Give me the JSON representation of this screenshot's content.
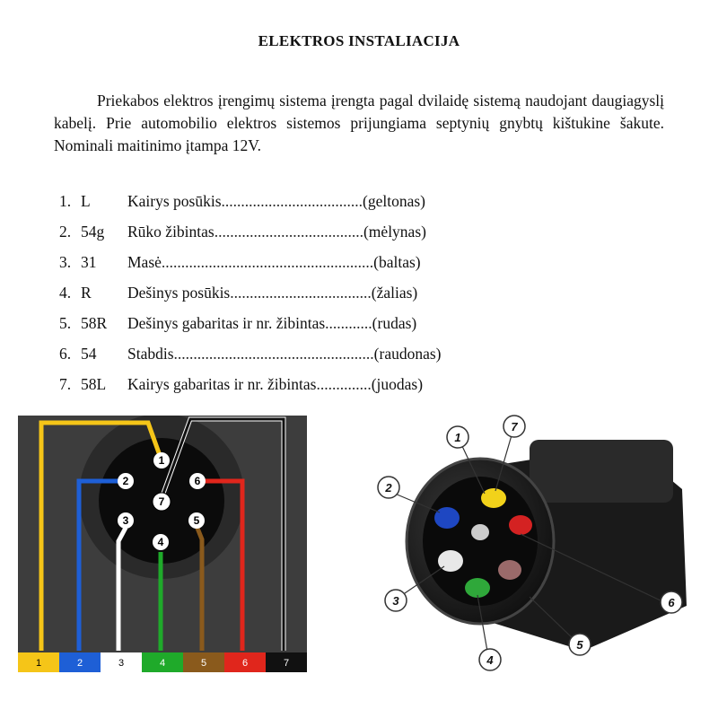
{
  "doc": {
    "title": "ELEKTROS INSTALIACIJA",
    "intro": "Priekabos elektros įrengimų sistema įrengta pagal dvilaidę sistemą naudojant daugiagyslį kabelį. Prie automobilio elektros sistemos prijungiama septynių gnybtų kištukine šakute. Nominali maitinimo įtampa 12V."
  },
  "pins": [
    {
      "num": "1.",
      "code": "L",
      "desc": "Kairys posūkis",
      "dots": "....................................",
      "color": "(geltonas)"
    },
    {
      "num": "2.",
      "code": "54g",
      "desc": "Rūko žibintas",
      "dots": "......................................",
      "color": "(mėlynas)"
    },
    {
      "num": "3.",
      "code": "31",
      "desc": "Masė",
      "dots": "......................................................",
      "color": "(baltas)"
    },
    {
      "num": "4.",
      "code": "R",
      "desc": "Dešinys posūkis",
      "dots": "....................................",
      "color": "(žalias)"
    },
    {
      "num": "5.",
      "code": "58R",
      "desc": "Dešinys gabaritas ir nr. žibintas",
      "dots": "............",
      "color": "(rudas)"
    },
    {
      "num": "6.",
      "code": "54",
      "desc": "Stabdis",
      "dots": "...................................................",
      "color": "(raudonas)"
    },
    {
      "num": "7.",
      "code": "58L",
      "desc": "Kairys gabaritas ir nr. žibintas",
      "dots": "..............",
      "color": "(juodas)"
    }
  ],
  "diagram": {
    "socket_pins": [
      "1",
      "2",
      "3",
      "4",
      "5",
      "6",
      "7"
    ],
    "legend": [
      "1",
      "2",
      "3",
      "4",
      "5",
      "6",
      "7"
    ],
    "wire_colors": [
      "#f5c518",
      "#1e5fd6",
      "#ffffff",
      "#1faa2a",
      "#8a5a1c",
      "#e0261c",
      "#111111"
    ]
  },
  "photo": {
    "callouts": [
      "1",
      "2",
      "3",
      "4",
      "5",
      "6",
      "7"
    ]
  }
}
